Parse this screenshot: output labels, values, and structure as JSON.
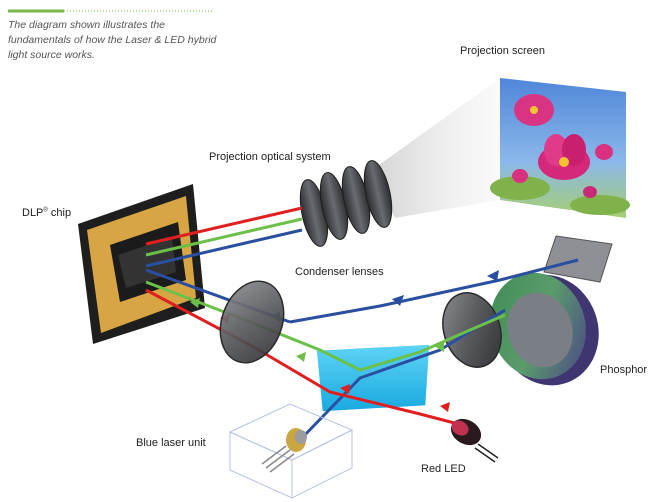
{
  "caption": "The diagram shown illustrates the fundamentals of how the Laser & LED hybrid light source works.",
  "labels": {
    "projection_screen": "Projection screen",
    "projection_optical_system": "Projection optical system",
    "dlp_chip_main": "DLP",
    "dlp_chip_sup": "®",
    "dlp_chip_rest": " chip",
    "condenser_lenses": "Condenser lenses",
    "phosphor": "Phosphor",
    "blue_laser_unit": "Blue laser unit",
    "red_led": "Red LED"
  },
  "colors": {
    "accent_bar": "#7ab648",
    "red_beam": "#e02020",
    "green_beam": "#6cc04a",
    "blue_beam": "#2a4fa0",
    "dichroic_prism": "#29c3ef",
    "dlp_frame": "#d7a543"
  }
}
